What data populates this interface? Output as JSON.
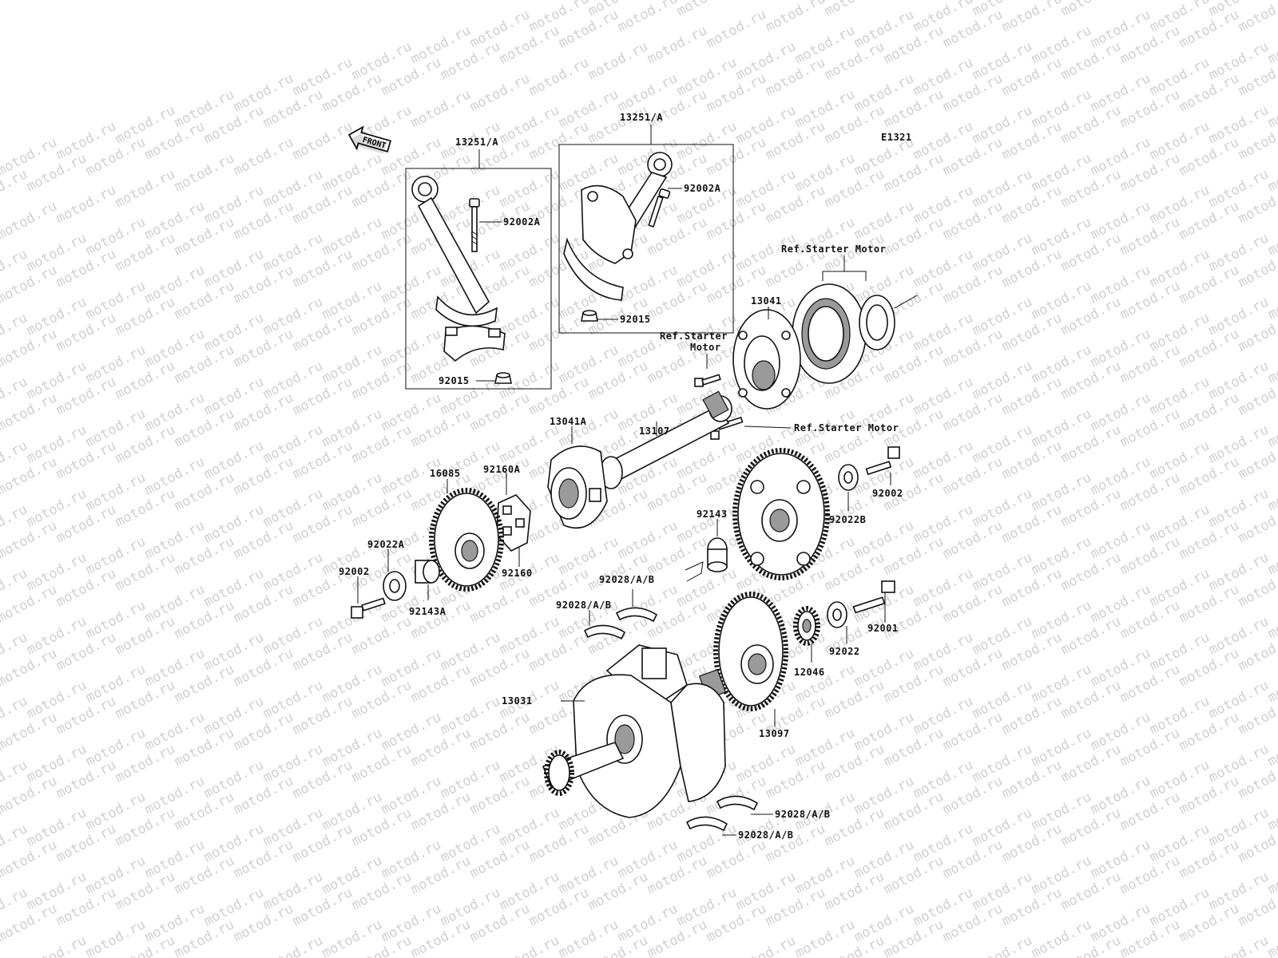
{
  "watermark": "motod.ru",
  "diagram_code": "E1321",
  "front_arrow": "FRONT",
  "labels": {
    "con_rod_left": "13251/A",
    "con_rod_right": "13251/A",
    "bolt_left": "92002A",
    "bolt_right": "92002A",
    "nut_left": "92015",
    "nut_right": "92015",
    "ref_starter_1": "Ref.Starter Motor",
    "ref_starter_2a": "Ref.Starter",
    "ref_starter_2b": "Motor",
    "ref_starter_3": "Ref.Starter Motor",
    "starter_clutch": "13041",
    "clutch_shaft": "13107",
    "clutch_hub": "13041A",
    "damper_a": "92160A",
    "gear_16085": "16085",
    "damper": "92160",
    "washer_a": "92022A",
    "bolt_92002_left": "92002",
    "bush_a": "92143A",
    "bolt_92002_right": "92002",
    "washer_b": "92022B",
    "bush": "92143",
    "bearing_upper_1": "92028/A/B",
    "bearing_upper_2": "92028/A/B",
    "bolt_92001": "92001",
    "washer_92022": "92022",
    "gear_12046": "12046",
    "crankshaft": "13031",
    "gear_13097": "13097",
    "bearing_lower_1": "92028/A/B",
    "bearing_lower_2": "92028/A/B"
  }
}
